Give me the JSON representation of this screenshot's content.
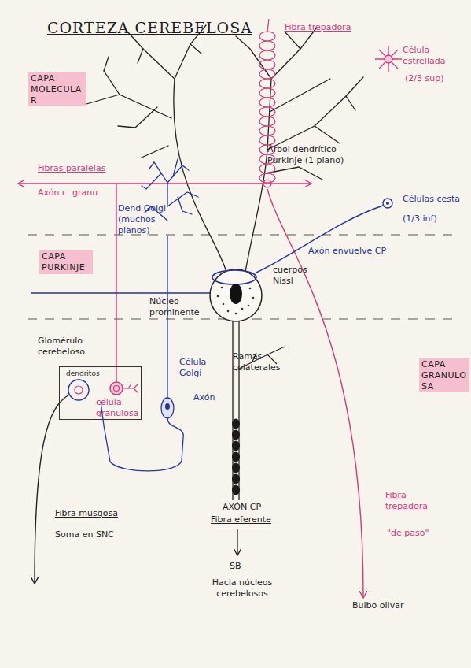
{
  "diagram": {
    "title": "CORTEZA CEREBELOSA",
    "nodes": [
      {
        "text": [
          "Glomérulo cerebeloso",
          "dendritos",
          "célula granulosa"
        ]
      }
    ],
    "labels": [
      "Fibra trepadora",
      "Célula estrellada",
      "(2/3 sup)",
      "CAPA MOLECULAR",
      "Árbol dendrítico Purkinje (1 plano)",
      "Fibras paralelas",
      "Axón c. granu",
      "Dend Golgi (muchos planos)",
      "Células cesta",
      "(1/3 inf)",
      "Axón envuelve CP",
      "CAPA PURKINJE",
      "cuerpos Nissl",
      "Núcleo prominente",
      "Célula Golgi",
      "Axón",
      "Ramas colaterales",
      "CAPA GRANULOSA",
      "Fibra musgosa",
      "Soma en SNC",
      "AXÓN CP",
      "Fibra eferente",
      "SB",
      "Hacia núcleos cerebelosos",
      "Fibra trepadora",
      "\"de paso\"",
      "Bulbo olivar"
    ]
  }
}
